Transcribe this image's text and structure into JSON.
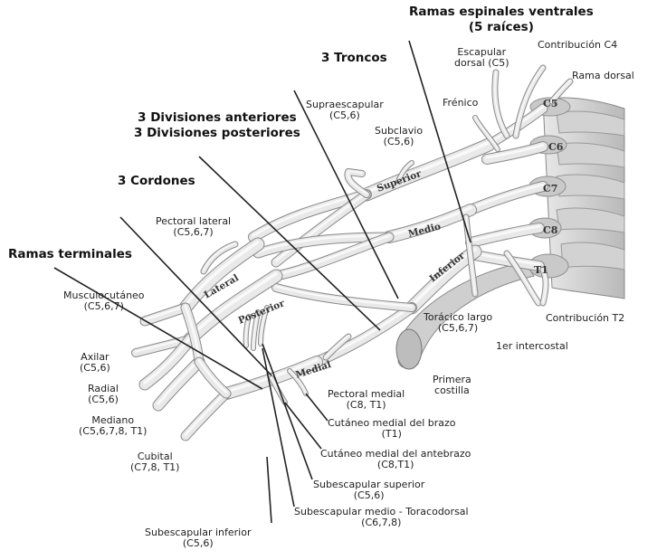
{
  "headers": {
    "ventral_roots_line1": "Ramas espinales ventrales",
    "ventral_roots_line2": "(5 raíces)",
    "trunks": "3 Troncos",
    "divisions_line1": "3 Divisiones anteriores",
    "divisions_line2": "3 Divisiones posteriores",
    "cords": "3 Cordones",
    "terminal": "Ramas terminales"
  },
  "labels": {
    "dorsal_scapular": [
      "Escapular",
      "dorsal (C5)"
    ],
    "contribution_c4": "Contribución C4",
    "dorsal_ramus": "Rama dorsal",
    "phrenic": "Frénico",
    "suprascapular": [
      "Supraescapular",
      "(C5,6)"
    ],
    "subclavian": [
      "Subclavio",
      "(C5,6)"
    ],
    "lateral_pectoral": [
      "Pectoral lateral",
      "(C5,6,7)"
    ],
    "musculocutaneous": [
      "Musculocutáneo",
      "(C5,6,7)"
    ],
    "axillary": [
      "Axilar",
      "(C5,6)"
    ],
    "radial": [
      "Radial",
      "(C5,6)"
    ],
    "median": [
      "Mediano",
      "(C5,6,7,8, T1)"
    ],
    "ulnar": [
      "Cubital",
      "(C7,8, T1)"
    ],
    "inferior_subscapular": [
      "Subescapular inferior",
      "(C5,6)"
    ],
    "long_thoracic": [
      "Torácico largo",
      "(C5,6,7)"
    ],
    "contribution_t2": "Contribución T2",
    "first_intercostal": "1er intercostal",
    "first_rib": [
      "Primera",
      "costilla"
    ],
    "medial_pectoral": [
      "Pectoral medial",
      "(C8, T1)"
    ],
    "medial_cutaneous_arm": [
      "Cutáneo medial del brazo",
      "(T1)"
    ],
    "medial_cutaneous_forearm": [
      "Cutáneo medial del antebrazo",
      "(C8,T1)"
    ],
    "upper_subscapular": [
      "Subescapular superior",
      "(C5,6)"
    ],
    "middle_subscapular": [
      "Subescapular medio - Toracodorsal",
      "(C6,7,8)"
    ]
  },
  "structure_labels": {
    "c5": "C5",
    "c6": "C6",
    "c7": "C7",
    "c8": "C8",
    "t1": "T1",
    "superior": "Superior",
    "medio": "Medio",
    "inferior": "Inferior",
    "lateral": "Lateral",
    "posterior": "Posterior",
    "medial": "Medial"
  },
  "colors": {
    "nerve_fill": "#e9e9e9",
    "nerve_outline": "#8a8a8a",
    "bone_fill": "#d6d6d6",
    "line": "#222222"
  }
}
